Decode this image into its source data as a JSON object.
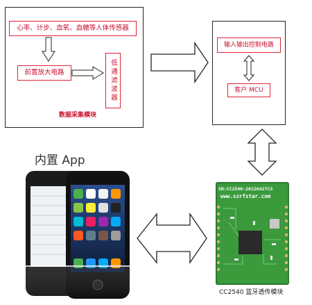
{
  "acquisition_module": {
    "caption": "数据采集模块",
    "sensor_box": "心率、计步、血氧、血糖等人体传感器",
    "preamp_box": "前置放大电路",
    "filter_box": "低通滤波器"
  },
  "control_module": {
    "io_box": "输入输出控制电路",
    "mcu_box": "客户 MCU"
  },
  "app_label": "内置 App",
  "bt_module": {
    "board_text_1": "SN:CC2540-20120427C3",
    "board_text_2": "www.szrfstar.com",
    "caption": "CC2540 蓝牙透传模块"
  },
  "colors": {
    "accent_red": "#c8102e",
    "board_green": "#3a9a3c",
    "line": "#222222"
  }
}
